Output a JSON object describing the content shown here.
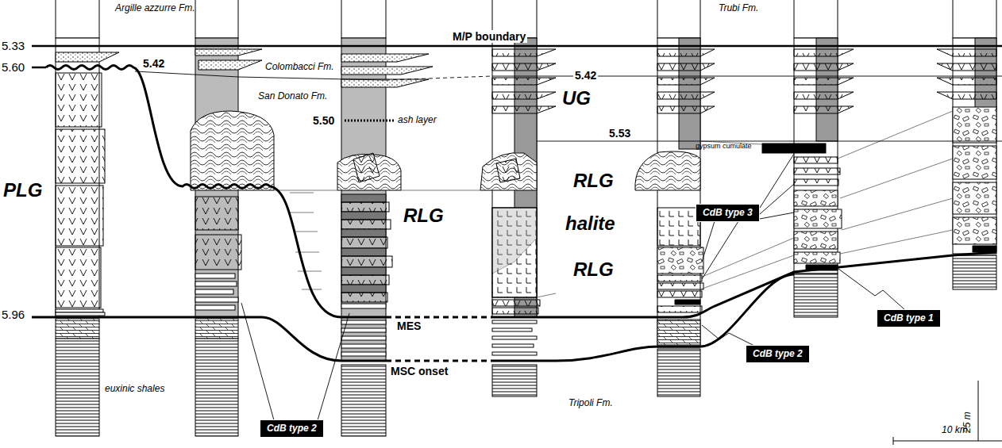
{
  "diagram": {
    "nodes": [
      {
        "text": [
          "CdB type 3"
        ]
      },
      {
        "text": [
          "CdB type 1"
        ]
      },
      {
        "text": [
          "CdB type 2"
        ]
      },
      {
        "text": [
          "CdB type 2"
        ]
      }
    ],
    "labels": [
      "5.33",
      "5.60",
      "5.96",
      "Argille azzurre Fm.",
      "M/P boundary",
      "Trubi Fm.",
      "5.42",
      "Colombacci Fm.",
      "5.42",
      "San Donato Fm.",
      "5.50",
      "ash layer",
      "UG",
      "5.53",
      "gypsum cumulate",
      "PLG",
      "RLG",
      "RLG",
      "halite",
      "RLG",
      "MES",
      "MSC onset",
      "euxinic shales",
      "Tripoli Fm.",
      "25 m",
      "10 km"
    ]
  }
}
